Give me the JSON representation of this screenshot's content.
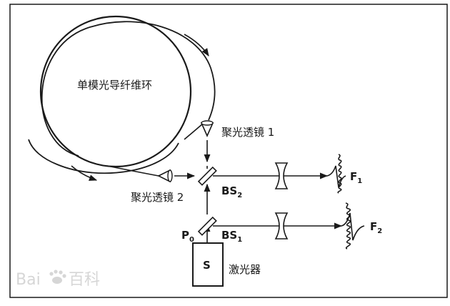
{
  "labels": {
    "fiber_ring": "单模光导纤维环",
    "lens_1": "聚光透镜 1",
    "lens_2": "聚光透镜 2",
    "bs2_main": "BS",
    "bs2_sub": "2",
    "bs1_main": "BS",
    "bs1_sub": "1",
    "p0_main": "P",
    "p0_sub": "0",
    "laser_letter": "S",
    "laser_name": "激光器",
    "f1_main": "F",
    "f1_sub": "1",
    "f2_main": "F",
    "f2_sub": "2"
  },
  "watermark": {
    "text_left": "Bai",
    "text_right": "百科"
  },
  "colors": {
    "ink": "#1a1a1a",
    "watermark": "#d6d6d6"
  }
}
